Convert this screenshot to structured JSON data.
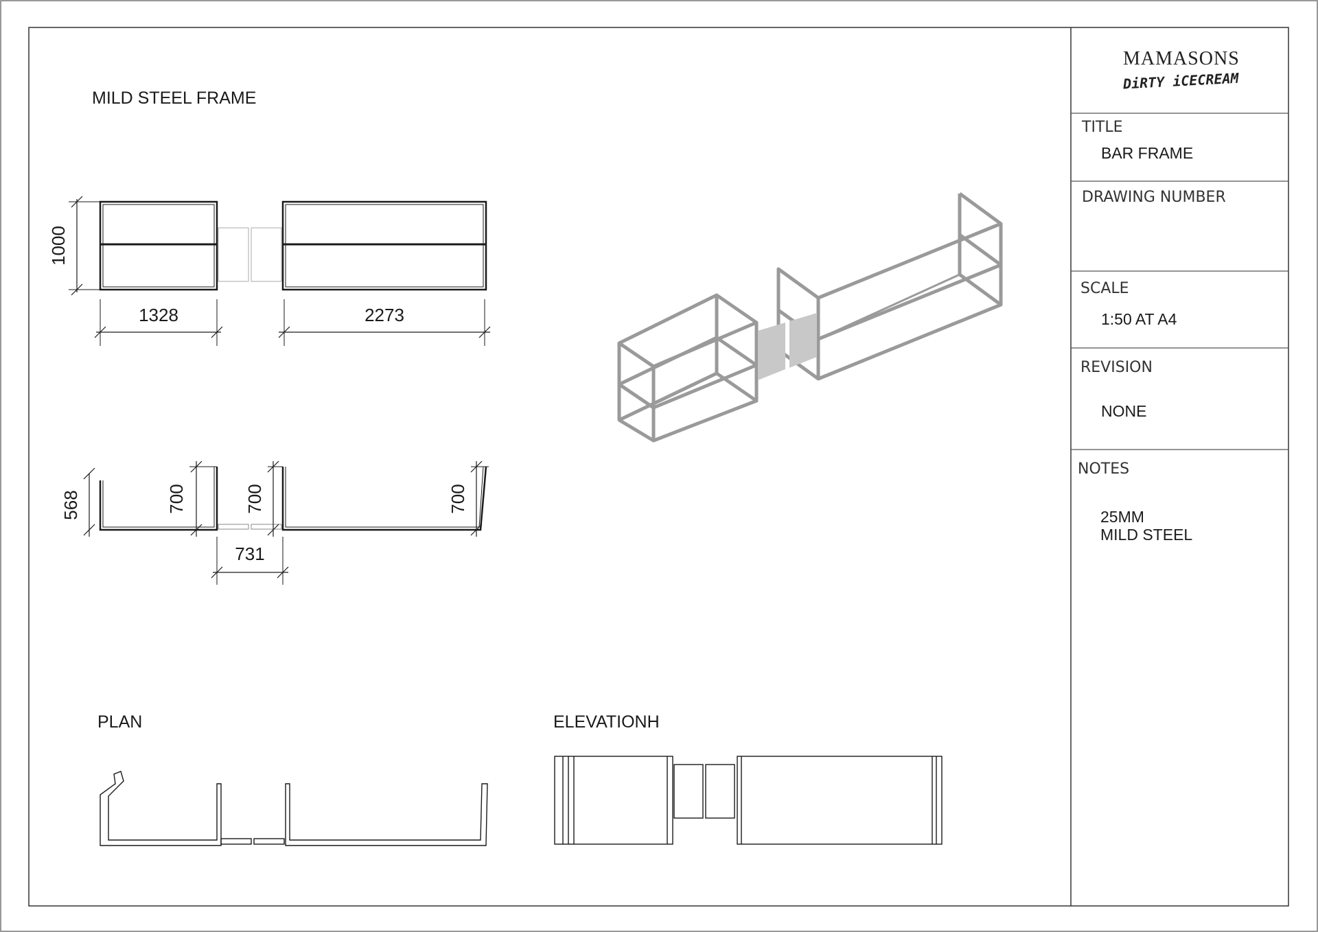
{
  "drawing": {
    "main_title": "MILD STEEL FRAME",
    "plan_label": "PLAN",
    "elevation_label": "ELEVATIONH",
    "dimensions": {
      "height": "1000",
      "width_left": "1328",
      "width_right": "2273",
      "depth_left": "568",
      "return_a": "700",
      "return_b": "700",
      "return_c": "700",
      "gap": "731"
    }
  },
  "title_block": {
    "logo_brand": "MAMASONS",
    "logo_sub": "DiRTY iCECREAM",
    "title_heading": "TITLE",
    "title_value": "BAR FRAME",
    "drawing_number_heading": "DRAWING NUMBER",
    "drawing_number_value": "",
    "scale_heading": "SCALE",
    "scale_value": "1:50 AT A4",
    "revision_heading": "REVISION",
    "revision_value": "NONE",
    "notes_heading": "NOTES",
    "notes_line1": "25MM",
    "notes_line2": "MILD STEEL"
  },
  "colors": {
    "line": "#1a1a1a",
    "frame_grey": "#9a9a9a",
    "panel_fill": "#c8c8c8"
  }
}
